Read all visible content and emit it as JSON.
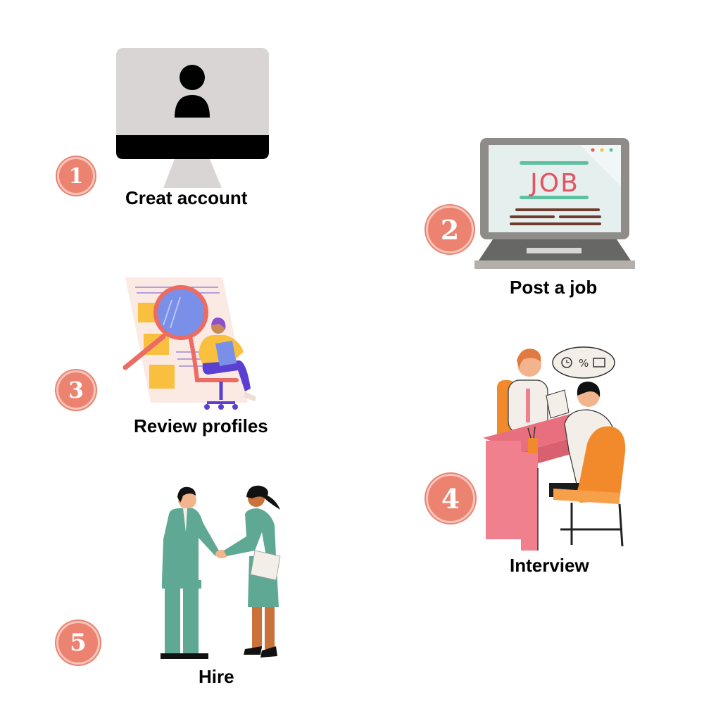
{
  "steps": [
    {
      "number": "1",
      "label": "Creat account"
    },
    {
      "number": "2",
      "label": "Post a job"
    },
    {
      "number": "3",
      "label": "Review profiles"
    },
    {
      "number": "4",
      "label": "Interview"
    },
    {
      "number": "5",
      "label": "Hire"
    }
  ],
  "illustrations": {
    "laptop_screen_text": "JOB"
  },
  "colors": {
    "badge": "#ec8270",
    "badge_ring": "#f6c5ba",
    "suit_green": "#5fa894",
    "desk_pink": "#f0808e",
    "chair_orange": "#f28a2c",
    "magnifier_blue": "#7a8fe8"
  }
}
